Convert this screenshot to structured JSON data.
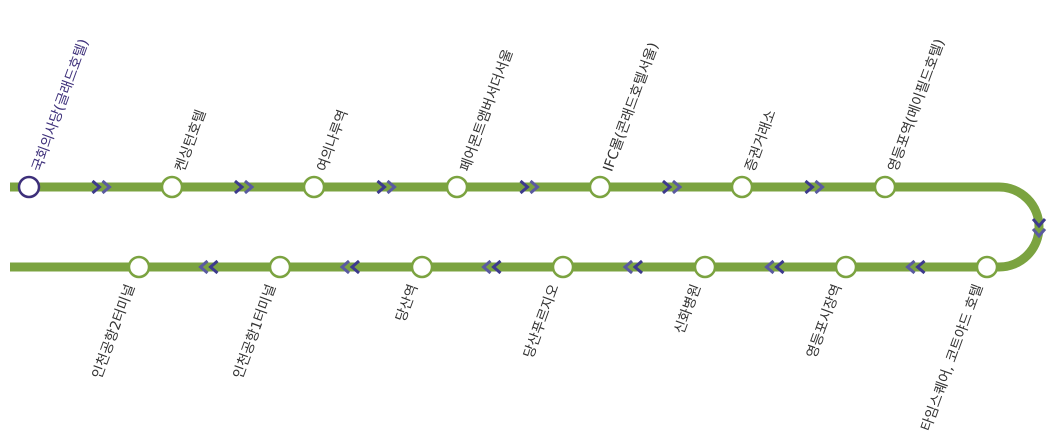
{
  "colors": {
    "line": "#7ba340",
    "stop_fill": "#ffffff",
    "stop_stroke": "#7ba340",
    "current_stop_stroke": "#3d2f7a",
    "label_text": "#333333",
    "current_label_text": "#3d2f7a",
    "arrow": "#3d3a8c",
    "arrow_alt": "#5a5aa0"
  },
  "route": {
    "upper_stops": [
      {
        "name": "국회의사당(글래드호텔)",
        "current": true
      },
      {
        "name": "켄싱턴호텔",
        "current": false
      },
      {
        "name": "여의나루역",
        "current": false
      },
      {
        "name": "페어몬트앰버서더서울",
        "current": false
      },
      {
        "name": "IFC몰(콘래드호텔서울)",
        "current": false
      },
      {
        "name": "증권거래소",
        "current": false
      },
      {
        "name": "영등포역(메이필드호텔)",
        "current": false
      }
    ],
    "lower_stops": [
      {
        "name": "타임스퀘어, 코트야드 호텔",
        "current": false
      },
      {
        "name": "영등포시장역",
        "current": false
      },
      {
        "name": "신화병원",
        "current": false
      },
      {
        "name": "당산푸르지오",
        "current": false
      },
      {
        "name": "당산역",
        "current": false
      },
      {
        "name": "인천공항1터미널",
        "current": false
      },
      {
        "name": "인천공항2터미널",
        "current": false
      }
    ]
  }
}
